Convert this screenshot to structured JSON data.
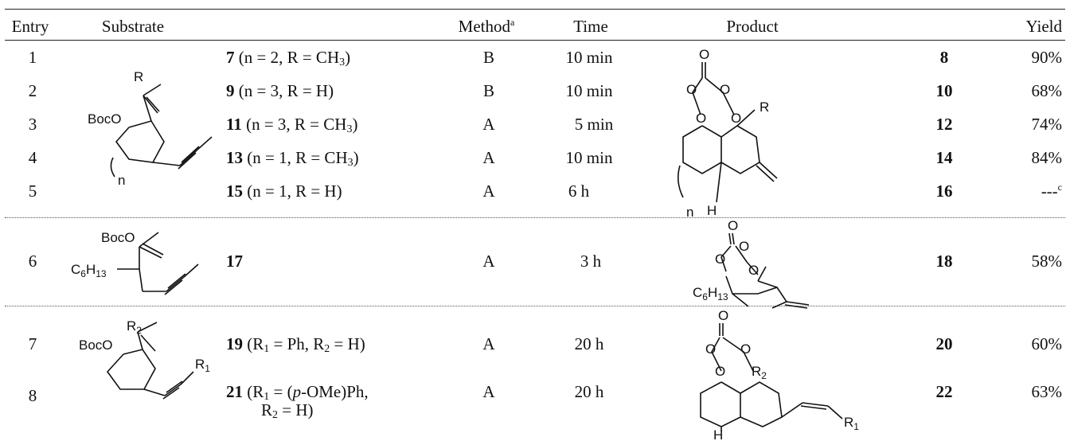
{
  "headers": {
    "entry": "Entry",
    "substrate": "Substrate",
    "method": "Method",
    "method_sup": "a",
    "time": "Time",
    "product": "Product",
    "yield": "Yield"
  },
  "rows": [
    {
      "entry": "1",
      "substrate_num": "7",
      "substrate_cond": " (n = 2, R = CH",
      "substrate_sub": "3",
      "substrate_tail": ")",
      "method": "B",
      "time": "10 min",
      "product_num": "8",
      "yield": "90%"
    },
    {
      "entry": "2",
      "substrate_num": "9",
      "substrate_cond": " (n = 3, R = H)",
      "substrate_sub": "",
      "substrate_tail": "",
      "method": "B",
      "time": "10 min",
      "product_num": "10",
      "yield": "68%"
    },
    {
      "entry": "3",
      "substrate_num": "11",
      "substrate_cond": " (n = 3, R = CH",
      "substrate_sub": "3",
      "substrate_tail": ")",
      "method": "A",
      "time": "5 min",
      "product_num": "12",
      "yield": "74%"
    },
    {
      "entry": "4",
      "substrate_num": "13",
      "substrate_cond": " (n = 1, R = CH",
      "substrate_sub": "3",
      "substrate_tail": ")",
      "method": "A",
      "time": "10 min",
      "product_num": "14",
      "yield": "84%"
    },
    {
      "entry": "5",
      "substrate_num": "15",
      "substrate_cond": " (n = 1, R = H)",
      "substrate_sub": "",
      "substrate_tail": "",
      "method": "A",
      "time": "6 h",
      "product_num": "16",
      "yield": "---",
      "yield_sup": "c"
    },
    {
      "entry": "6",
      "substrate_num": "17",
      "method": "A",
      "time": "3 h",
      "product_num": "18",
      "yield": "58%"
    },
    {
      "entry": "7",
      "substrate_num": "19",
      "method": "A",
      "time": "20 h",
      "product_num": "20",
      "yield": "60%"
    },
    {
      "entry": "8",
      "substrate_num": "21",
      "method": "A",
      "time": "20 h",
      "product_num": "22",
      "yield": "63%"
    }
  ],
  "row7_cond": {
    "p1": " (R",
    "s1": "1",
    "p2": " = Ph, R",
    "s2": "2",
    "p3": " = H)"
  },
  "row8_cond": {
    "p1": " (R",
    "s1": "1",
    "p2": " = (",
    "italic": "p",
    "p3": "-OMe)Ph,",
    "line2a": "R",
    "s2": "2",
    "line2b": " = H)"
  },
  "structure_labels": {
    "boco": "BocO",
    "r": "R",
    "n": "n",
    "h": "H",
    "o": "O",
    "c6h13_main": "C",
    "c6h13_sub_a": "6",
    "c6h13_mid": "H",
    "c6h13_sub_b": "13",
    "r_letter": "R",
    "sub1": "1",
    "sub2": "2"
  }
}
